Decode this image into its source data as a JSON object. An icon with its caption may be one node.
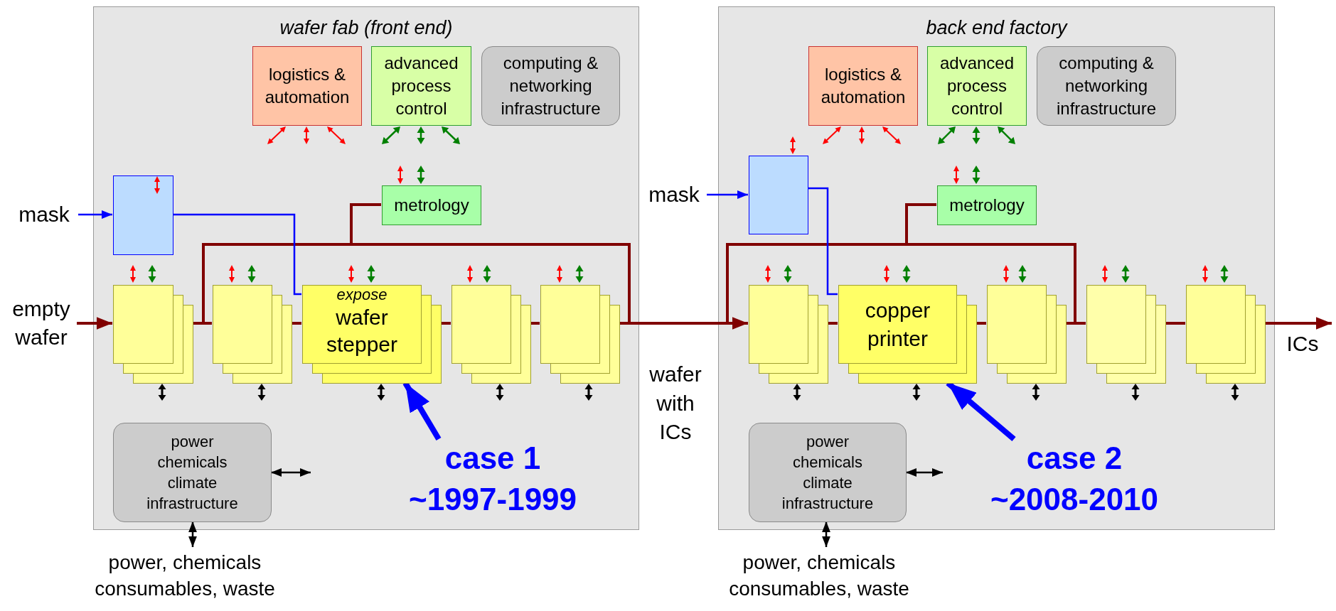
{
  "diagram": {
    "nodes": [
      {
        "text": [
          "wafer fab (front end)"
        ]
      },
      {
        "text": [
          "logistics & automation"
        ],
        "in": 0
      },
      {
        "text": [
          "advanced process control"
        ],
        "in": 0
      },
      {
        "text": [
          "computing & networking infrastructure"
        ],
        "in": 0
      },
      {
        "text": [
          "metrology"
        ],
        "in": 0
      },
      {
        "text": [],
        "shape": "box",
        "in": 0
      },
      {
        "text": [],
        "shape": "box",
        "in": 0
      },
      {
        "text": [],
        "shape": "box",
        "in": 0
      },
      {
        "text": [
          "expose",
          "wafer stepper"
        ],
        "in": 0
      },
      {
        "text": [],
        "shape": "box",
        "in": 0
      },
      {
        "text": [],
        "shape": "box",
        "in": 0
      },
      {
        "text": [
          "power chemicals climate infrastructure"
        ],
        "in": 0
      },
      {
        "text": [
          "case 1 ~1997-1999"
        ],
        "in": 0
      },
      {
        "text": [
          "back end factory"
        ]
      },
      {
        "text": [
          "logistics & automation"
        ],
        "in": 13
      },
      {
        "text": [
          "advanced process control"
        ],
        "in": 13
      },
      {
        "text": [
          "computing & networking infrastructure"
        ],
        "in": 13
      },
      {
        "text": [
          "metrology"
        ],
        "in": 13
      },
      {
        "text": [],
        "shape": "box",
        "in": 13
      },
      {
        "text": [],
        "shape": "box",
        "in": 13
      },
      {
        "text": [
          "copper printer"
        ],
        "in": 13
      },
      {
        "text": [],
        "shape": "box",
        "in": 13
      },
      {
        "text": [],
        "shape": "box",
        "in": 13
      },
      {
        "text": [],
        "shape": "box",
        "in": 13
      },
      {
        "text": [
          "power chemicals climate infrastructure"
        ],
        "in": 13
      },
      {
        "text": [
          "case 2 ~2008-2010"
        ],
        "in": 13
      },
      {
        "text": [
          "empty wafer"
        ]
      },
      {
        "text": [
          "mask"
        ]
      },
      {
        "text": [
          "mask"
        ]
      },
      {
        "text": [
          "power, chemicals consumables, waste"
        ]
      },
      {
        "text": [
          "power, chemicals consumables, waste"
        ]
      }
    ],
    "edges": [
      {
        "from": 26,
        "to": 6,
        "arrow": "to"
      },
      {
        "from": 6,
        "to": 7,
        "arrow": "none"
      },
      {
        "from": 7,
        "to": 8,
        "arrow": "none"
      },
      {
        "from": 8,
        "to": 9,
        "arrow": "none"
      },
      {
        "from": 9,
        "to": 10,
        "arrow": "none"
      },
      {
        "from": 4,
        "to": 6,
        "arrow": "none"
      },
      {
        "from": 4,
        "to": 10,
        "arrow": "none"
      },
      {
        "from": 27,
        "to": 5,
        "arrow": "to",
        "color": "#0000ff"
      },
      {
        "from": 5,
        "to": 8,
        "arrow": "none",
        "color": "#0000ff"
      },
      {
        "from": 10,
        "to": 19,
        "arrow": "to",
        "label": "wafer with ICs"
      },
      {
        "from": 19,
        "to": 20,
        "arrow": "none"
      },
      {
        "from": 20,
        "to": 21,
        "arrow": "none"
      },
      {
        "from": 21,
        "to": 22,
        "arrow": "none"
      },
      {
        "from": 22,
        "to": 23,
        "arrow": "none"
      },
      {
        "from": 23,
        "to": null,
        "arrow": "to",
        "label": "ICs"
      },
      {
        "from": 17,
        "to": 19,
        "arrow": "none"
      },
      {
        "from": 17,
        "to": 22,
        "arrow": "none"
      },
      {
        "from": 28,
        "to": 18,
        "arrow": "to",
        "color": "#0000ff"
      },
      {
        "from": 18,
        "to": 20,
        "arrow": "none",
        "color": "#0000ff"
      },
      {
        "from": 12,
        "to": 8,
        "arrow": "to",
        "style": "thick",
        "color": "#0000ff"
      },
      {
        "from": 25,
        "to": 20,
        "arrow": "to",
        "style": "thick",
        "color": "#0000ff"
      },
      {
        "from": 11,
        "to": 29,
        "arrow": "both",
        "color": "#000000"
      },
      {
        "from": 11,
        "to": null,
        "arrow": "both",
        "color": "#000000"
      },
      {
        "from": 24,
        "to": 30,
        "arrow": "both",
        "color": "#000000"
      },
      {
        "from": 24,
        "to": null,
        "arrow": "both",
        "color": "#000000"
      }
    ]
  }
}
